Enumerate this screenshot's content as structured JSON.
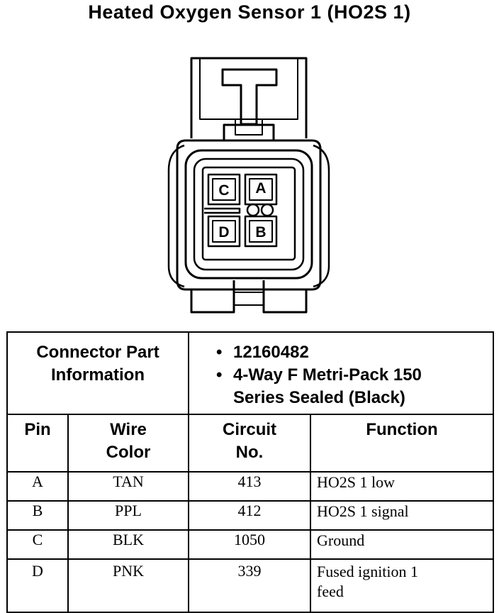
{
  "title": "Heated Oxygen Sensor 1 (HO2S 1)",
  "connector": {
    "cavities": [
      "C",
      "A",
      "D",
      "B"
    ]
  },
  "part_info": {
    "label_line1": "Connector Part",
    "label_line2": "Information",
    "items": [
      "12160482",
      "4-Way F Metri-Pack 150",
      "Series Sealed (Black)"
    ]
  },
  "table": {
    "headers": {
      "pin": "Pin",
      "wire_color_1": "Wire",
      "wire_color_2": "Color",
      "circuit_1": "Circuit",
      "circuit_2": "No.",
      "function": "Function"
    },
    "rows": [
      {
        "pin": "A",
        "color": "TAN",
        "circuit": "413",
        "function": "HO2S 1 low"
      },
      {
        "pin": "B",
        "color": "PPL",
        "circuit": "412",
        "function": "HO2S 1 signal"
      },
      {
        "pin": "C",
        "color": "BLK",
        "circuit": "1050",
        "function": "Ground"
      },
      {
        "pin": "D",
        "color": "PNK",
        "circuit": "339",
        "function_line1": "Fused ignition 1",
        "function_line2": "feed"
      }
    ]
  }
}
